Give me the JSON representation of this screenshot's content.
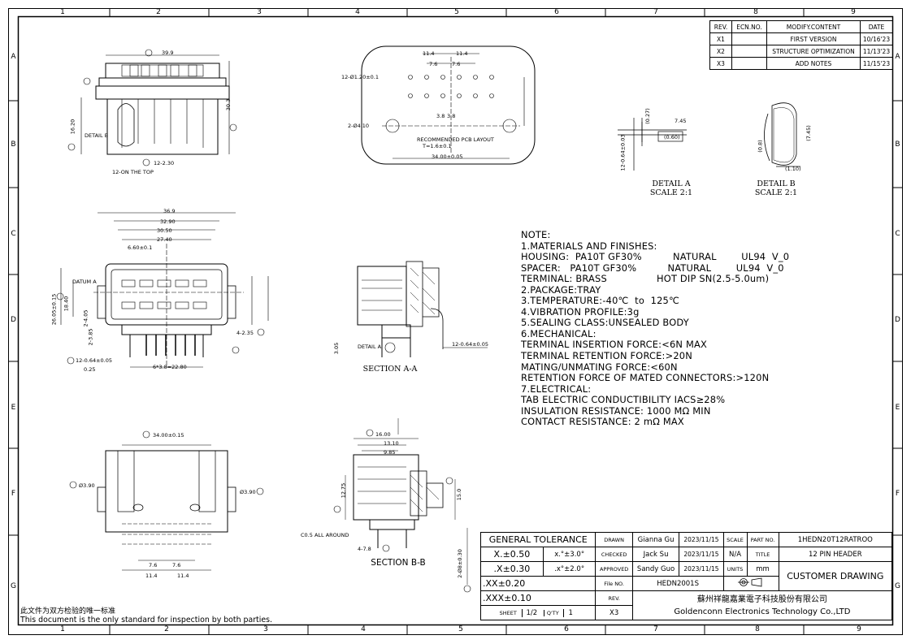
{
  "zones": {
    "columns": [
      "1",
      "2",
      "3",
      "4",
      "5",
      "6",
      "7",
      "8",
      "9"
    ],
    "rows": [
      "A",
      "B",
      "C",
      "D",
      "E",
      "F",
      "G"
    ]
  },
  "revision_table": {
    "headers": [
      "REV.",
      "ECN.NO.",
      "MODIFY.CONTENT",
      "DATE"
    ],
    "rows": [
      [
        "X1",
        "",
        "FIRST VERSION",
        "10/16'23"
      ],
      [
        "X2",
        "",
        "STRUCTURE OPTIMIZATION",
        "11/13'23"
      ],
      [
        "X3",
        "",
        "ADD NOTES",
        "11/15'23"
      ]
    ]
  },
  "views": {
    "section_aa": "SECTION A-A",
    "section_bb": "SECTION B-B",
    "detail_a": "DETAIL A",
    "detail_a_scale": "SCALE 2:1",
    "detail_b": "DETAIL B",
    "detail_b_scale": "SCALE 2:1",
    "pcb_layout_line1": "RECOMMENDED PCB LAYOUT",
    "pcb_layout_line2": "T=1.6±0.1"
  },
  "dimensions": {
    "top_width": "39.9",
    "height_30_3": "30.3",
    "height_16_20": "16.20",
    "detail_b_label": "DETAIL B",
    "pins_12_2_30": "12-2.30",
    "on_the_top": "12-ON THE TOP",
    "pcb_holes_12": "12-Ø1.20±0.1",
    "pcb_holes_2": "2-Ø4.10",
    "pcb_11_4_a": "11.4",
    "pcb_11_4_b": "11.4",
    "pcb_7_6_a": "7.6",
    "pcb_7_6_b": "7.6",
    "pcb_3_8_a": "3.8",
    "pcb_3_8_b": "3.8",
    "pcb_width": "34.00±0.05",
    "front_36_9": "36.9",
    "front_32_90": "32.90",
    "front_30_50": "30.50",
    "front_27_40": "27.40",
    "front_6_60": "6.60±0.1",
    "front_26_05": "26.05±0.15",
    "front_18_40": "18.40",
    "front_2_4_05": "2-4.05",
    "front_2_3_85": "2-3.85",
    "front_4_2_35": "4-2.35",
    "front_pitch": "6*3.8=22.80",
    "front_pins": "12-0.64±0.05",
    "front_datum": "DATUM A",
    "front_tol_025": "0.25",
    "section_detail_a": "DETAIL A",
    "section_3_05": "3.05",
    "section_pins": "12-0.64±0.05",
    "bottom_34": "34.00±0.15",
    "bottom_3_90_l": "Ø3.90",
    "bottom_3_90_r": "Ø3.90",
    "bottom_7_6_a": "7.6",
    "bottom_7_6_b": "7.6",
    "bottom_11_4_a": "11.4",
    "bottom_11_4_b": "11.4",
    "bb_16_00": "16.00",
    "bb_13_10": "13.10",
    "bb_9_85": "9.85",
    "bb_12_75": "12.75",
    "bb_15_0": "15.0",
    "bb_c05": "C0.5 ALL AROUND",
    "bb_4_7_8": "4-7.8",
    "bb_2_8": "2-Ø8±0.30",
    "da_7_45": "7.45",
    "da_0_27": "(0.27)",
    "da_0_60": "(0.60)",
    "da_pins": "12-0.64±0.03",
    "db_7_45": "(7.45)",
    "db_0_8": "(0.8)",
    "db_1_10": "(1.10)"
  },
  "notes": [
    "NOTE:",
    "1.MATERIALS AND FINISHES:",
    "HOUSING:  PA10T GF30%          NATURAL        UL94  V_0",
    "SPACER:   PA10T GF30%          NATURAL        UL94  V_0",
    "TERMINAL: BRASS                HOT DIP SN(2.5-5.0um)",
    "2.PACKAGE:TRAY",
    "3.TEMPERATURE:-40℃  to  125℃",
    "4.VIBRATION PROFILE:3g",
    "5.SEALING CLASS:UNSEALED BODY",
    "6.MECHANICAL:",
    "TERMINAL INSERTION FORCE:<6N MAX",
    "TERMINAL RETENTION FORCE:>20N",
    "MATING/UNMATING FORCE:<60N",
    "RETENTION FORCE OF MATED CONNECTORS:>120N",
    "7.ELECTRICAL:",
    "TAB ELECTRIC CONDUCTIBILITY IACS≥28%",
    "INSULATION RESISTANCE: 1000 MΩ MIN",
    "CONTACT RESISTANCE: 2 mΩ MAX"
  ],
  "title_block": {
    "general_tolerance": "GENERAL TOLERANCE",
    "tol_x": "X.±0.50",
    "tol_x_ang": "x.°±3.0°",
    "tol_xx": ".X±0.30",
    "tol_xx_ang": ".x°±2.0°",
    "tol_xxx": ".XX±0.20",
    "tol_xxxx": ".XXX±0.10",
    "drawn_label": "DRAWN",
    "drawn_name": "Gianna Gu",
    "drawn_date": "2023/11/15",
    "checked_label": "CHECKED",
    "checked_name": "Jack Su",
    "checked_date": "2023/11/15",
    "approved_label": "APPROVED",
    "approved_name": "Sandy Guo",
    "approved_date": "2023/11/15",
    "file_no_label": "File NO.",
    "file_no": "HEDN2001S",
    "rev_label": "REV.",
    "rev": "X3",
    "sheet_label": "SHEET",
    "sheet": "1/2",
    "qty_label": "Q'TY",
    "qty": "1",
    "scale_label": "SCALE",
    "scale": "N/A",
    "title_label": "TITLE",
    "title": "12 PIN HEADER",
    "units_label": "UNITS",
    "units": "mm",
    "part_no_label": "PART NO.",
    "part_no": "1HEDN20T12RATROO",
    "customer_drawing": "CUSTOMER DRAWING",
    "company_cn": "蘇州祥龍嘉業電子科技股份有限公司",
    "company_en": "Goldenconn Electronics Technology Co.,LTD"
  },
  "footer": {
    "cn": "此文件为双方检验的唯一标准",
    "en": "This document is the only standard for inspection by both parties."
  }
}
